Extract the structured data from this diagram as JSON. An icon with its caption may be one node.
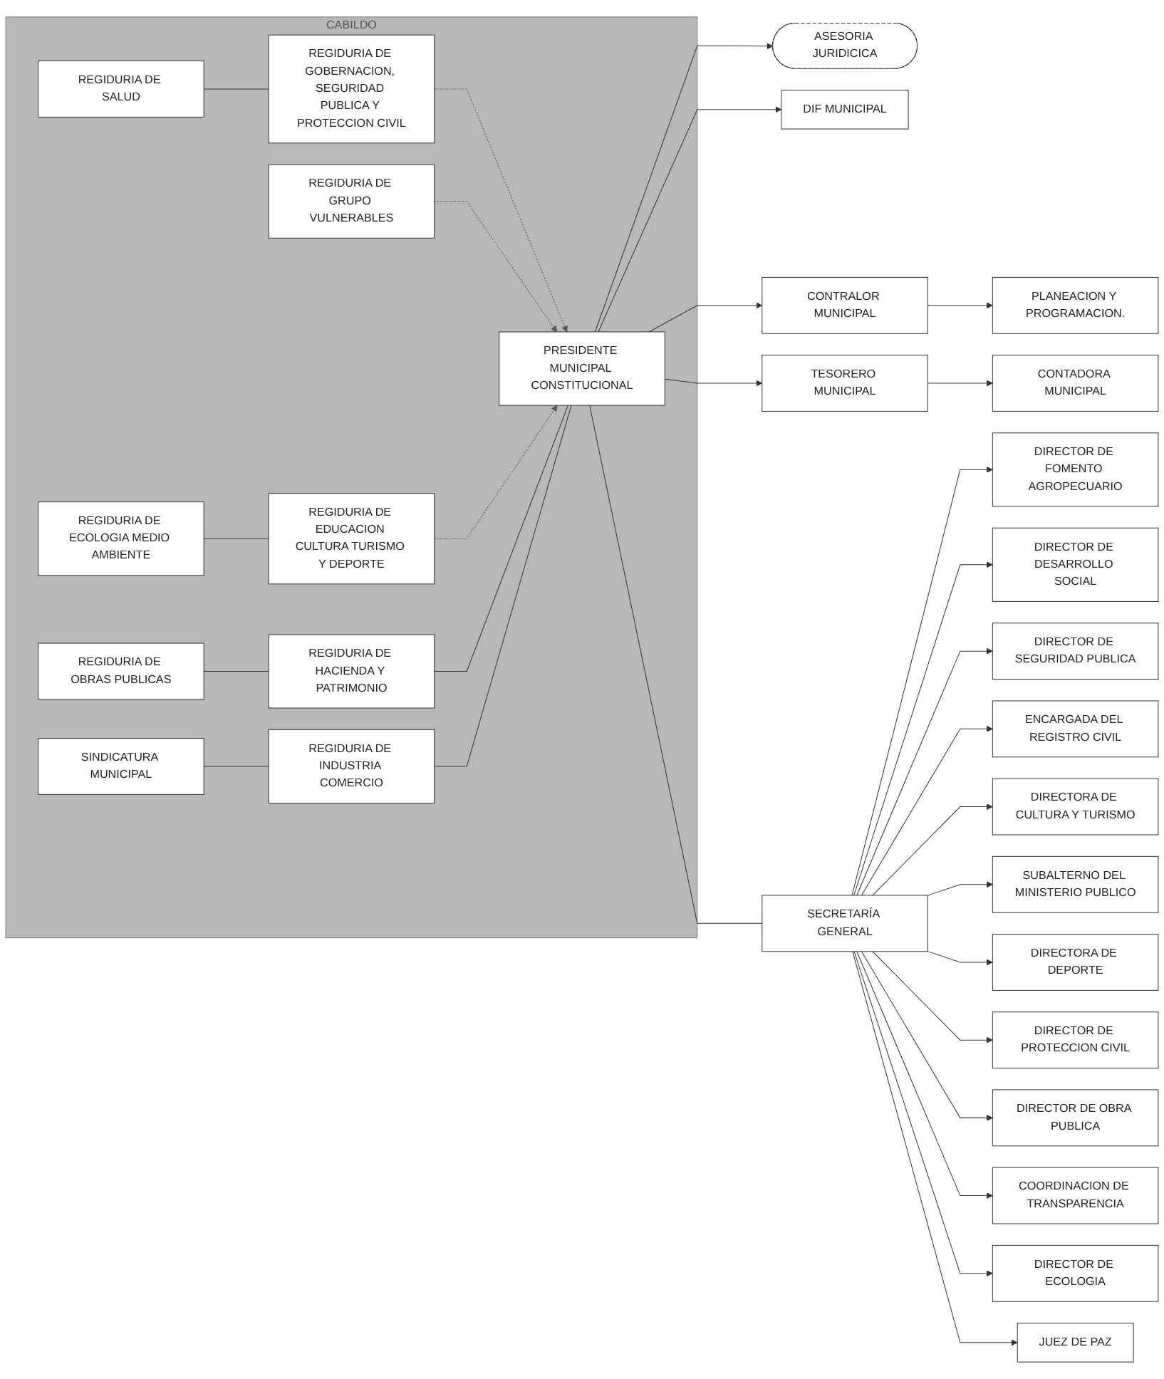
{
  "diagram": {
    "nodes": [
      {
        "text": [
          "CABILDO"
        ]
      },
      {
        "text": [
          "REGIDURIA DE SALUD"
        ],
        "in": 0
      },
      {
        "text": [
          "REGIDURIA DE GOBERNACION, SEGURIDAD PUBLICA Y PROTECCION CIVIL"
        ],
        "in": 0
      },
      {
        "text": [
          "REGIDURIA DE GRUPO VULNERABLES"
        ],
        "in": 0
      },
      {
        "text": [
          "REGIDURIA DE EDUCACION CULTURA TURISMO Y DEPORTE"
        ],
        "in": 0
      },
      {
        "text": [
          "REGIDURIA DE ECOLOGIA MEDIO AMBIENTE"
        ],
        "in": 0
      },
      {
        "text": [
          "REGIDURIA DE OBRAS PUBLICAS"
        ],
        "in": 0
      },
      {
        "text": [
          "REGIDURIA DE HACIENDA Y PATRIMONIO"
        ],
        "in": 0
      },
      {
        "text": [
          "PRESIDENTE MUNICIPAL CONSTITUCIONAL"
        ],
        "in": 0
      },
      {
        "text": [
          "REGIDURIA DE INDUSTRIA COMERCIO"
        ],
        "in": 0
      },
      {
        "text": [
          "SINDICATURA MUNICIPAL"
        ],
        "in": 0
      },
      {
        "text": [
          "ASESORIA JURIDICICA"
        ]
      },
      {
        "text": [
          "DIF MUNICIPAL"
        ]
      },
      {
        "text": [
          "CONTRALOR MUNICIPAL"
        ]
      },
      {
        "text": [
          "SECRETARÍA GENERAL"
        ]
      },
      {
        "text": [
          "TESORERO MUNICIPAL"
        ]
      },
      {
        "text": [
          "PLANEACION Y PROGRAMACION."
        ]
      },
      {
        "text": [
          "CONTADORA MUNICIPAL"
        ]
      },
      {
        "text": [
          "DIRECTOR DE FOMENTO AGROPECUARIO"
        ]
      },
      {
        "text": [
          "DIRECTOR DE DESARROLLO SOCIAL"
        ]
      },
      {
        "text": [
          "DIRECTOR DE SEGURIDAD PUBLICA"
        ]
      },
      {
        "text": [
          "ENCARGADA DEL REGISTRO CIVIL"
        ]
      },
      {
        "text": [
          "DIRECTORA DE CULTURA Y TURISMO"
        ]
      },
      {
        "text": [
          "SUBALTERNO DEL MINISTERIO PUBLICO"
        ]
      },
      {
        "text": [
          "DIRECTORA DE DEPORTE"
        ]
      },
      {
        "text": [
          "DIRECTOR DE PROTECCION CIVIL"
        ]
      },
      {
        "text": [
          "DIRECTOR DE OBRA PUBLICA"
        ]
      },
      {
        "text": [
          "COORDINACION DE TRANSPARENCIA"
        ]
      },
      {
        "text": [
          "DIRECTOR DE ECOLOGIA"
        ]
      },
      {
        "text": [
          "JUEZ DE PAZ"
        ]
      }
    ],
    "edges": [
      {
        "from": 1,
        "to": 2,
        "arrow": "none"
      },
      {
        "from": 2,
        "to": 8,
        "arrow": "to",
        "style": "dashed"
      },
      {
        "from": 3,
        "to": 8,
        "arrow": "to",
        "style": "dashed"
      },
      {
        "from": 4,
        "to": 8,
        "arrow": "to",
        "style": "dashed"
      },
      {
        "from": 5,
        "to": 4,
        "arrow": "none"
      },
      {
        "from": 6,
        "to": 7,
        "arrow": "none"
      },
      {
        "from": 7,
        "to": 8,
        "arrow": "none"
      },
      {
        "from": 9,
        "to": 8,
        "arrow": "none"
      },
      {
        "from": 10,
        "to": 9,
        "arrow": "none"
      },
      {
        "from": 8,
        "to": 11,
        "arrow": "to"
      },
      {
        "from": 8,
        "to": 12,
        "arrow": "to"
      },
      {
        "from": 8,
        "to": 13,
        "arrow": "to"
      },
      {
        "from": 8,
        "to": 15,
        "arrow": "to"
      },
      {
        "from": 8,
        "to": 14,
        "arrow": "none"
      },
      {
        "from": 13,
        "to": 16,
        "arrow": "to"
      },
      {
        "from": 15,
        "to": 17,
        "arrow": "to"
      },
      {
        "from": 14,
        "to": 18,
        "arrow": "to"
      },
      {
        "from": 14,
        "to": 19,
        "arrow": "to"
      },
      {
        "from": 14,
        "to": 20,
        "arrow": "to"
      },
      {
        "from": 14,
        "to": 21,
        "arrow": "to"
      },
      {
        "from": 14,
        "to": 22,
        "arrow": "to"
      },
      {
        "from": 14,
        "to": 23,
        "arrow": "to"
      },
      {
        "from": 14,
        "to": 24,
        "arrow": "to"
      },
      {
        "from": 14,
        "to": 25,
        "arrow": "to"
      },
      {
        "from": 14,
        "to": 26,
        "arrow": "to"
      },
      {
        "from": 14,
        "to": 27,
        "arrow": "to"
      },
      {
        "from": 14,
        "to": 28,
        "arrow": "to"
      },
      {
        "from": 14,
        "to": 29,
        "arrow": "to"
      }
    ]
  }
}
